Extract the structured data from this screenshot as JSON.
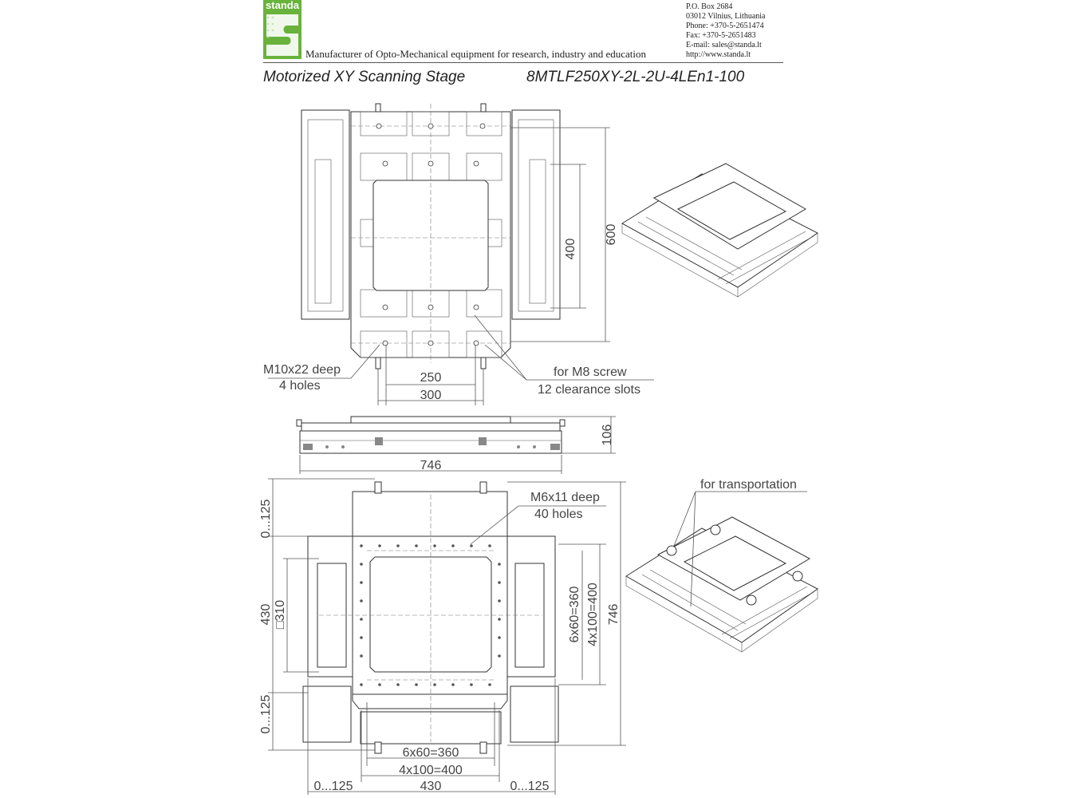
{
  "header": {
    "logo_text": "standa",
    "tagline": "Manufacturer of Opto-Mechanical equipment for research, industry and education",
    "address": [
      "P.O. Box 2684",
      "03012 Vilnius, Lithuania",
      "Phone: +370-5-2651474",
      "Fax: +370-5-2651483",
      "E-mail: sales@standa.lt",
      "http://www.standa.lt"
    ],
    "brand_color": "#69b33c"
  },
  "title": "Motorized XY Scanning Stage",
  "model": "8MTLF250XY-2L-2U-4LEn1-100",
  "top_view": {
    "dim_400": "400",
    "dim_600": "600",
    "dim_250": "250",
    "dim_300": "300",
    "callout_holes_1": "M10x22 deep",
    "callout_holes_2": "4 holes",
    "callout_slots_1": "for M8 screw",
    "callout_slots_2": "12 clearance slots"
  },
  "side_view": {
    "dim_height": "106",
    "dim_width": "746"
  },
  "bottom_view": {
    "callout_m6_1": "M6x11 deep",
    "callout_m6_2": "40 holes",
    "dim_left_top": "0...125",
    "dim_left_mid": "430",
    "dim_square": "□310",
    "dim_left_bot": "0...125",
    "dim_right_a": "6x60=360",
    "dim_right_b": "4x100=400",
    "dim_right_total": "746",
    "dim_bot_a": "6x60=360",
    "dim_bot_b": "4x100=400",
    "dim_bot_left": "0...125",
    "dim_bot_mid": "430",
    "dim_bot_right": "0...125"
  },
  "iso_view": {
    "callout_transport": "for transportation"
  }
}
